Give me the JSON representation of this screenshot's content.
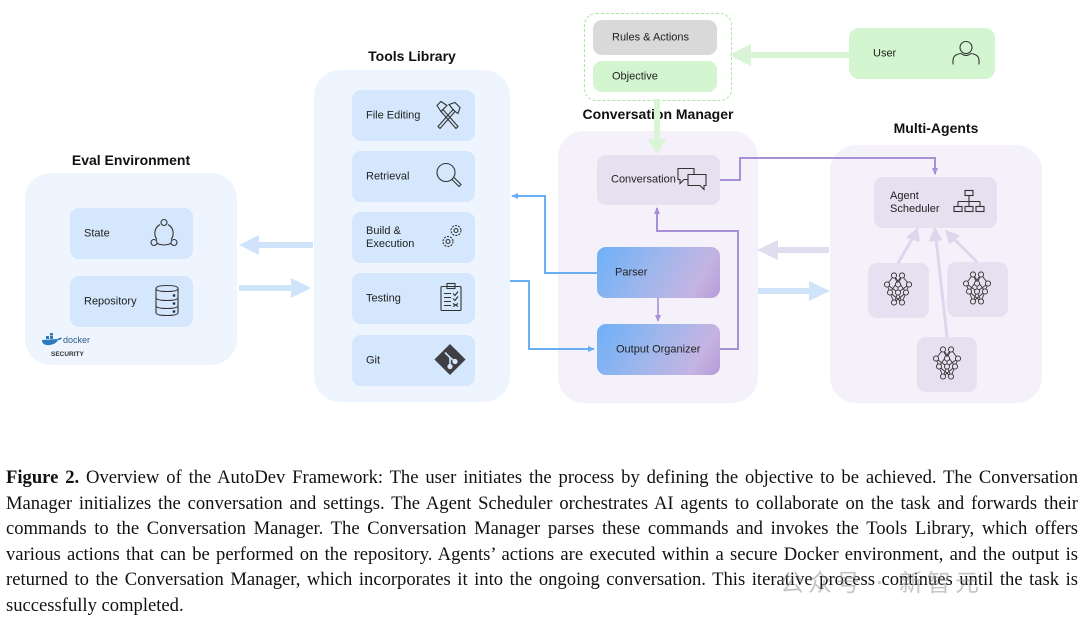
{
  "figure": {
    "sections": {
      "eval_environment": {
        "title": "Eval Environment",
        "items": [
          {
            "label": "State",
            "icon": "cycle-icon"
          },
          {
            "label": "Repository",
            "icon": "database-icon"
          }
        ],
        "badge": {
          "logo": "docker",
          "text": "SECURITY"
        }
      },
      "tools_library": {
        "title": "Tools Library",
        "items": [
          {
            "label": "File Editing",
            "icon": "hammer-wrench-icon"
          },
          {
            "label": "Retrieval",
            "icon": "search-icon"
          },
          {
            "label": "Build & Execution",
            "icon": "gears-icon"
          },
          {
            "label": "Testing",
            "icon": "clipboard-checklist-icon"
          },
          {
            "label": "Git",
            "icon": "git-icon"
          }
        ]
      },
      "conversation_manager": {
        "title": "Conversation Manager",
        "settings": [
          {
            "label": "Rules & Actions"
          },
          {
            "label": "Objective"
          }
        ],
        "items": [
          {
            "label": "Conversation",
            "icon": "chat-bubbles-icon"
          },
          {
            "label": "Parser"
          },
          {
            "label": "Output Organizer"
          }
        ]
      },
      "user": {
        "label": "User",
        "icon": "user-icon"
      },
      "multi_agents": {
        "title": "Multi-Agents",
        "scheduler": {
          "label_line1": "Agent",
          "label_line2": "Scheduler",
          "icon": "hierarchy-icon"
        },
        "agents": [
          {
            "icon": "neural-network-icon"
          },
          {
            "icon": "neural-network-icon"
          },
          {
            "icon": "neural-network-icon"
          }
        ]
      }
    },
    "colors": {
      "blue_panel": "#eef5fe",
      "blue_card": "#d4e7fc",
      "purple_panel": "#f4f1fa",
      "purple_card": "#e6e0f1",
      "green_card": "#d3f5cf",
      "gray_card": "#d9d9d9",
      "blue_arrow": "#6aaff5",
      "purple_arrow": "#a890d6"
    }
  },
  "caption": {
    "label": "Figure 2.",
    "text": " Overview of the AutoDev Framework: The user initiates the process by defining the objective to be achieved. The Conversation Manager initializes the conversation and settings. The Agent Scheduler orchestrates AI agents to collaborate on the task and forwards their commands to the Conversation Manager. The Conversation Manager parses these commands and invokes the Tools Library, which offers various actions that can be performed on the repository. Agents’ actions are executed within a secure Docker environment, and the output is returned to the Conversation Manager, which incorporates it into the ongoing conversation. This iterative process continues until the task is successfully completed."
  },
  "watermark": "公众号 · 新智元"
}
